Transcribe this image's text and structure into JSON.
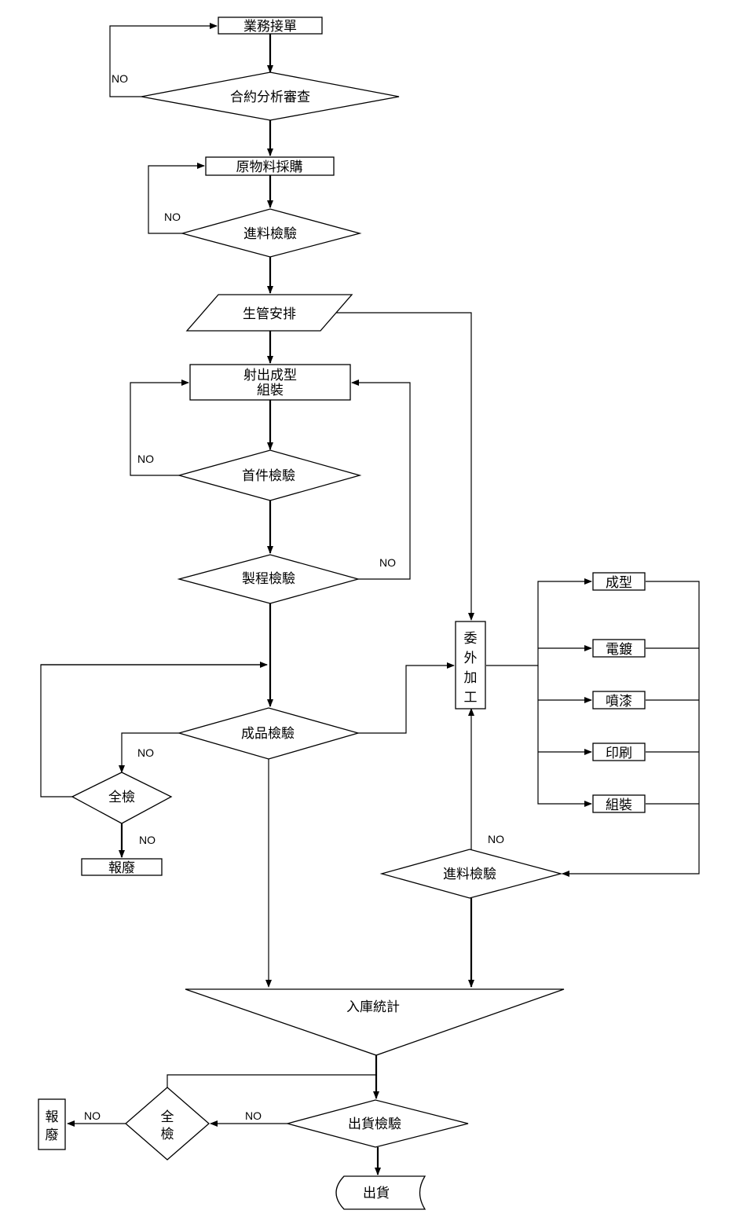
{
  "steps": {
    "order_intake": "業務接單",
    "contract_review": "合約分析審查",
    "material_purchase": "原物料採購",
    "incoming_inspection_1": "進料檢驗",
    "production_planning": "生管安排",
    "molding_assembly_line1": "射出成型",
    "molding_assembly_line2": "組裝",
    "first_article_inspection": "首件檢驗",
    "process_inspection": "製程檢驗",
    "finished_inspection": "成品檢驗",
    "full_inspection_left": "全檢",
    "scrap_left": "報廢",
    "outsourcing": [
      "委",
      "外",
      "加",
      "工"
    ],
    "out_molding": "成型",
    "out_plating": "電鍍",
    "out_painting": "噴漆",
    "out_printing": "印刷",
    "out_assembly": "組裝",
    "incoming_inspection_2": "進料檢驗",
    "warehouse_stats": "入庫統計",
    "shipping_inspection": "出貨檢驗",
    "full_inspection_bottom": [
      "全",
      "檢"
    ],
    "scrap_bottom": [
      "報",
      "廢"
    ],
    "shipping": "出貨"
  },
  "decision_labels": {
    "no": "NO"
  }
}
